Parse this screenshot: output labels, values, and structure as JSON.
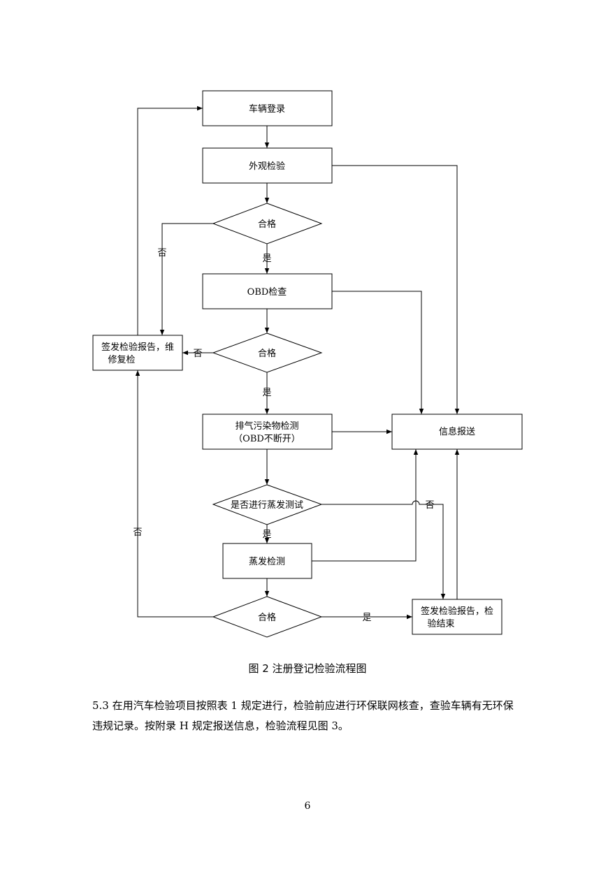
{
  "diagram": {
    "nodes": {
      "login": "车辆登录",
      "visual": "外观检验",
      "pass1": "合格",
      "obd": "OBD检查",
      "pass2": "合格",
      "report_fail": [
        "签发检验报告，维",
        "修复检"
      ],
      "exhaust": [
        "排气污染物检测",
        "（OBD不断开）"
      ],
      "info_report": "信息报送",
      "evap_q": "是否进行蒸发测试",
      "evap": "蒸发检测",
      "pass3": "合格",
      "report_end": [
        "签发检验报告，检",
        "验结束"
      ]
    },
    "edge_labels": {
      "no_pass1": "否",
      "yes_pass1": "是",
      "no_pass2": "否",
      "yes_pass2": "是",
      "no_evap": "否",
      "yes_evap": "是",
      "no_pass3": "否",
      "yes_pass3": "是"
    }
  },
  "caption": "图 2  注册登记检验流程图",
  "paragraph": [
    "5.3 在用汽车检验项目按照表 1 规定进行，检验前应进行环保联网核查，查验车辆有无环保",
    "违规记录。按附录 H 规定报送信息，检验流程见图 3。"
  ],
  "page_number": "6"
}
